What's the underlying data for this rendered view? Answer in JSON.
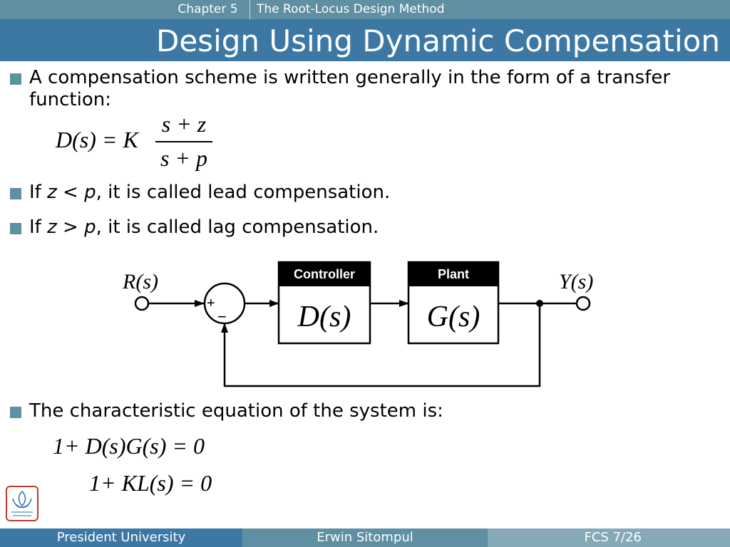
{
  "header": {
    "chapter": "Chapter 5",
    "subject": "The Root-Locus Design Method",
    "title": "Design Using Dynamic Compensation"
  },
  "bullets": {
    "b1": "A compensation scheme is written generally in the form of a transfer function:",
    "b2_pre": "If ",
    "b2_z": "z",
    "b2_op": " < ",
    "b2_p": "p",
    "b2_post": ", it is called lead compensation.",
    "b3_pre": "If ",
    "b3_z": "z",
    "b3_op": " > ",
    "b3_p": "p",
    "b3_post": ", it is called lag compensation.",
    "b4": "The characteristic equation of the system is:"
  },
  "equations": {
    "d_lhs": "D(s) = K",
    "d_num": "s + z",
    "d_den": "s + p",
    "char1": "1+ D(s)G(s) = 0",
    "char2": "1+ KL(s) = 0"
  },
  "diagram": {
    "input_label": "R(s)",
    "output_label": "Y(s)",
    "plus_sign": "+",
    "minus_sign": "−",
    "controller_header": "Controller",
    "controller_tf": "D(s)",
    "plant_header": "Plant",
    "plant_tf": "G(s)"
  },
  "footer": {
    "left": "President University",
    "center": "Erwin Sitompul",
    "right": "FCS 7/26"
  },
  "colors": {
    "topbar": "#5e8fa3",
    "titlebar": "#3d78a5",
    "bullet": "#5e8fa3",
    "logo": "#c0392b"
  }
}
